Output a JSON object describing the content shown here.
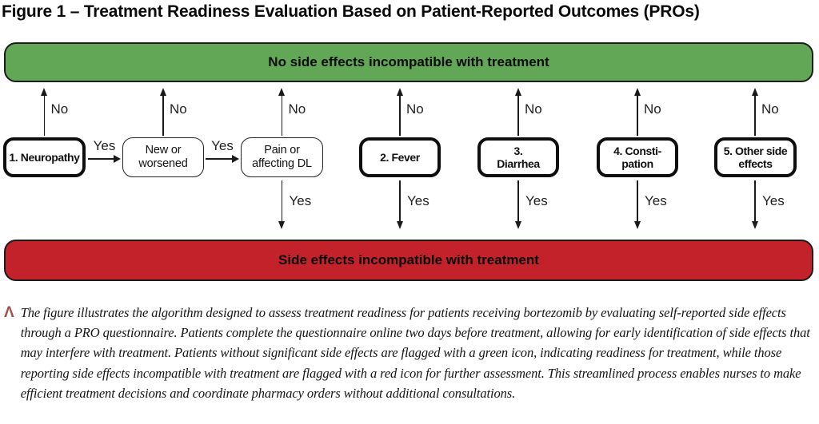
{
  "title": "Figure 1 – Treatment Readiness Evaluation Based on Patient-Reported Outcomes (PROs)",
  "banners": {
    "top": {
      "label": "No side effects incompatible with treatment",
      "color": "#62a755"
    },
    "bottom": {
      "label": "Side effects incompatible with treatment",
      "color": "#c3222a"
    }
  },
  "labels": {
    "no": "No",
    "yes": "Yes"
  },
  "boxes": [
    {
      "label": "1. Neuropathy",
      "style": "strong"
    },
    {
      "label": "New or\nworsened",
      "style": "thin"
    },
    {
      "label": "Pain or\naffecting DL",
      "style": "thin"
    },
    {
      "label": "2. Fever",
      "style": "strong"
    },
    {
      "label": "3.\nDiarrhea",
      "style": "strong"
    },
    {
      "label": "4. Consti-\npation",
      "style": "strong"
    },
    {
      "label": "5. Other side\neffects",
      "style": "strong"
    }
  ],
  "caption": {
    "marker": "Λ",
    "text": "The figure illustrates the algorithm designed to assess treatment readiness for patients receiving bortezomib by evaluating self-reported side effects through a PRO questionnaire. Patients complete the questionnaire online two days before treatment, allowing for early identification of side effects that may interfere with treatment. Patients without significant side effects are flagged with a green icon, indicating readiness for treatment, while those reporting side effects incompatible with treatment are flagged with a red icon for further assessment. This streamlined process enables nurses to make efficient treatment decisions and coordinate pharmacy orders without additional consultations."
  }
}
